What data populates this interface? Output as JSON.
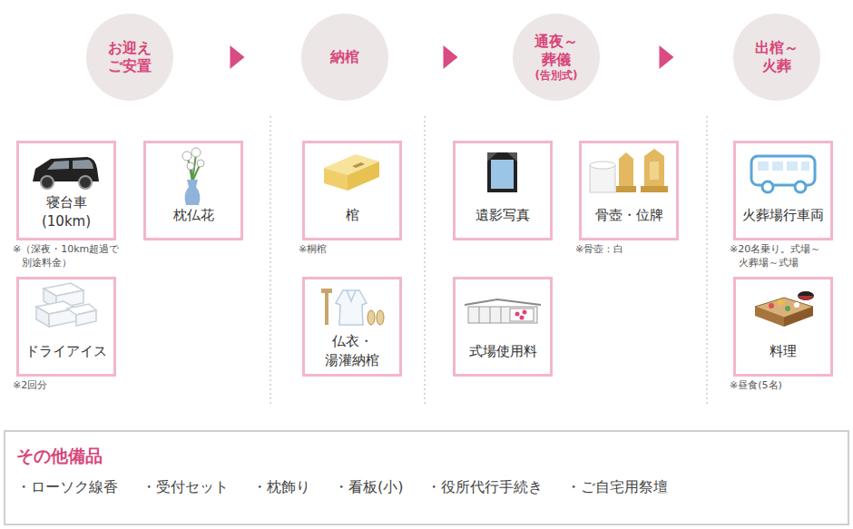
{
  "diagram": {
    "nodes": [
      {
        "text": [
          "お迎え ご安置"
        ]
      },
      {
        "text": [
          "納棺"
        ]
      },
      {
        "text": [
          "通夜～ 葬儀",
          "(告別式)"
        ]
      },
      {
        "text": [
          "出棺～ 火葬"
        ]
      },
      {
        "text": [
          "寝台車 (10km)"
        ]
      },
      {
        "text": [
          "枕仏花"
        ]
      },
      {
        "text": [
          "ドライアイス"
        ]
      },
      {
        "text": [
          "棺"
        ]
      },
      {
        "text": [
          "仏衣・ 湯灌納棺"
        ]
      },
      {
        "text": [
          "遺影写真"
        ]
      },
      {
        "text": [
          "骨壺・位牌"
        ]
      },
      {
        "text": [
          "式場使用料"
        ]
      },
      {
        "text": [
          "火葬場行車両"
        ]
      },
      {
        "text": [
          "料理"
        ]
      },
      {
        "text": [
          "その他備品",
          "・ローソク線香",
          "・受付セット",
          "・枕飾り",
          "・看板(小)",
          "・役所代行手続き",
          "・ご自宅用祭壇"
        ]
      }
    ],
    "edges": [
      {
        "from": 0,
        "to": 1,
        "arrow": "to"
      },
      {
        "from": 1,
        "to": 2,
        "arrow": "to"
      },
      {
        "from": 2,
        "to": 3,
        "arrow": "to"
      }
    ],
    "labels": [
      "※（深夜・10km超過で 別途料金）",
      "※2回分",
      "※桐棺",
      "※骨壺：白",
      "※20名乗り。式場～ 火葬場～式場",
      "※昼食(5名)"
    ]
  }
}
